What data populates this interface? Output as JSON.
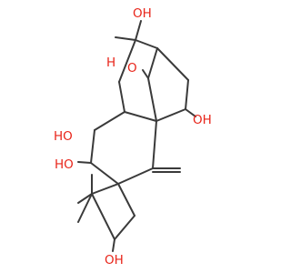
{
  "molecule": {
    "atom_labels": {
      "oh_top": "OH",
      "oh_bridge_h": "H",
      "oh_bridge_o": "O",
      "oh_right": "OH",
      "ho_left": "HO",
      "ho_mid": "HO",
      "oh_bottom": "OH"
    },
    "colors": {
      "bond": "#3a3a3a",
      "oxygen": "#e8251a"
    }
  }
}
